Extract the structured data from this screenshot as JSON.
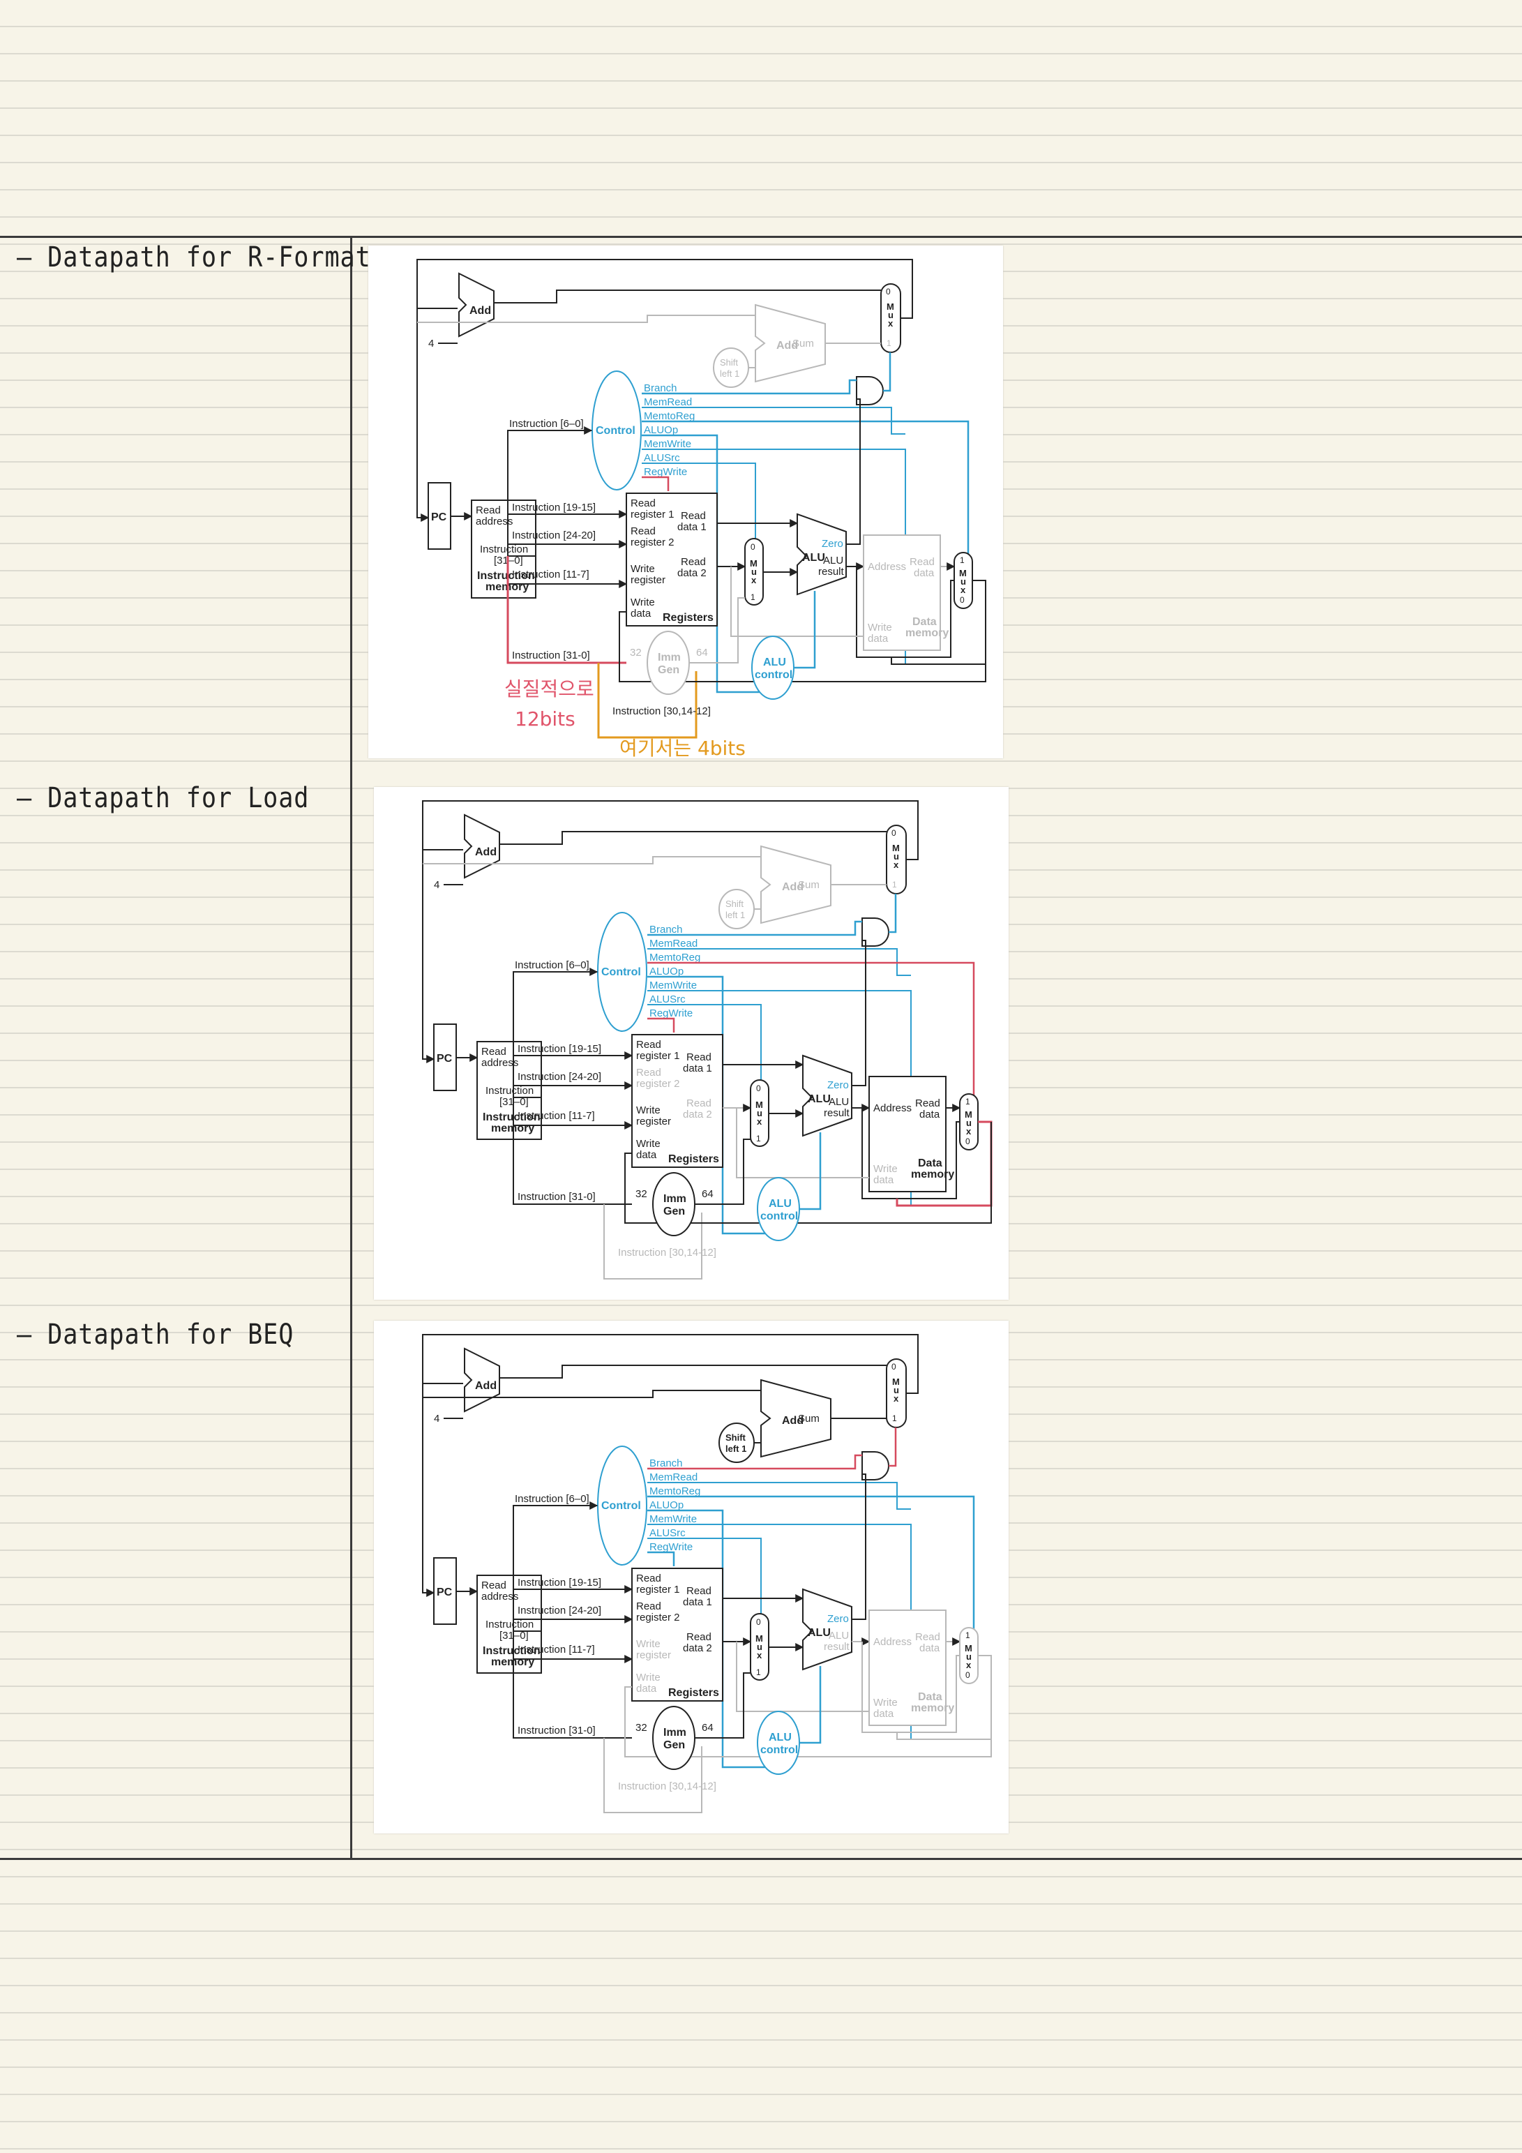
{
  "sections": [
    {
      "label": "– Datapath for R-Format",
      "notes": {
        "red": [
          "실질적으로",
          "12bits"
        ],
        "orange": "여기서는 4bits"
      }
    },
    {
      "label": "– Datapath for Load"
    },
    {
      "label": "– Datapath for BEQ"
    }
  ],
  "diagram": {
    "add": "Add",
    "four": "4",
    "add_sum": "Add",
    "sum": "Sum",
    "shift": [
      "Shift",
      "left 1"
    ],
    "mux": [
      "M",
      "u",
      "x"
    ],
    "mux_top": [
      "0",
      "1"
    ],
    "mux_alu": [
      "0",
      "1"
    ],
    "mux_mem": [
      "1",
      "0"
    ],
    "control": "Control",
    "signals": [
      "Branch",
      "MemRead",
      "MemtoReg",
      "ALUOp",
      "MemWrite",
      "ALUSrc",
      "RegWrite"
    ],
    "pc": "PC",
    "imem_read": [
      "Read",
      "address"
    ],
    "imem_instr": [
      "Instruction",
      "[31–0]"
    ],
    "imem_title": [
      "Instruction",
      "memory"
    ],
    "instr_fields": [
      "Instruction [6–0]",
      "Instruction [19-15]",
      "Instruction [24-20]",
      "Instruction [11-7]",
      "Instruction [31-0]",
      "Instruction [30,14-12]"
    ],
    "reg_labels": [
      "Read",
      "register 1",
      "Read",
      "register 2",
      "Write",
      "register",
      "Write",
      "data"
    ],
    "reg_title": "Registers",
    "read_data1": [
      "Read",
      "data 1"
    ],
    "read_data2": [
      "Read",
      "data 2"
    ],
    "alu": "ALU",
    "zero": "Zero",
    "alu_result": [
      "ALU",
      "result"
    ],
    "dmem_address": "Address",
    "dmem_read": [
      "Read",
      "data"
    ],
    "dmem_write": [
      "Write",
      "data"
    ],
    "dmem_title": [
      "Data",
      "memory"
    ],
    "imm": [
      "Imm",
      "Gen"
    ],
    "n32": "32",
    "n64": "64",
    "alu_control": [
      "ALU",
      "control"
    ]
  },
  "colors": {
    "paper": "#f7f4e8",
    "rule": "#dcdad0",
    "ink": "#222222",
    "control_blue": "#2e9fd0",
    "highlight_red": "#d64a5e",
    "highlight_orange": "#e39a1e",
    "inactive_gray": "#b8b8b8"
  }
}
